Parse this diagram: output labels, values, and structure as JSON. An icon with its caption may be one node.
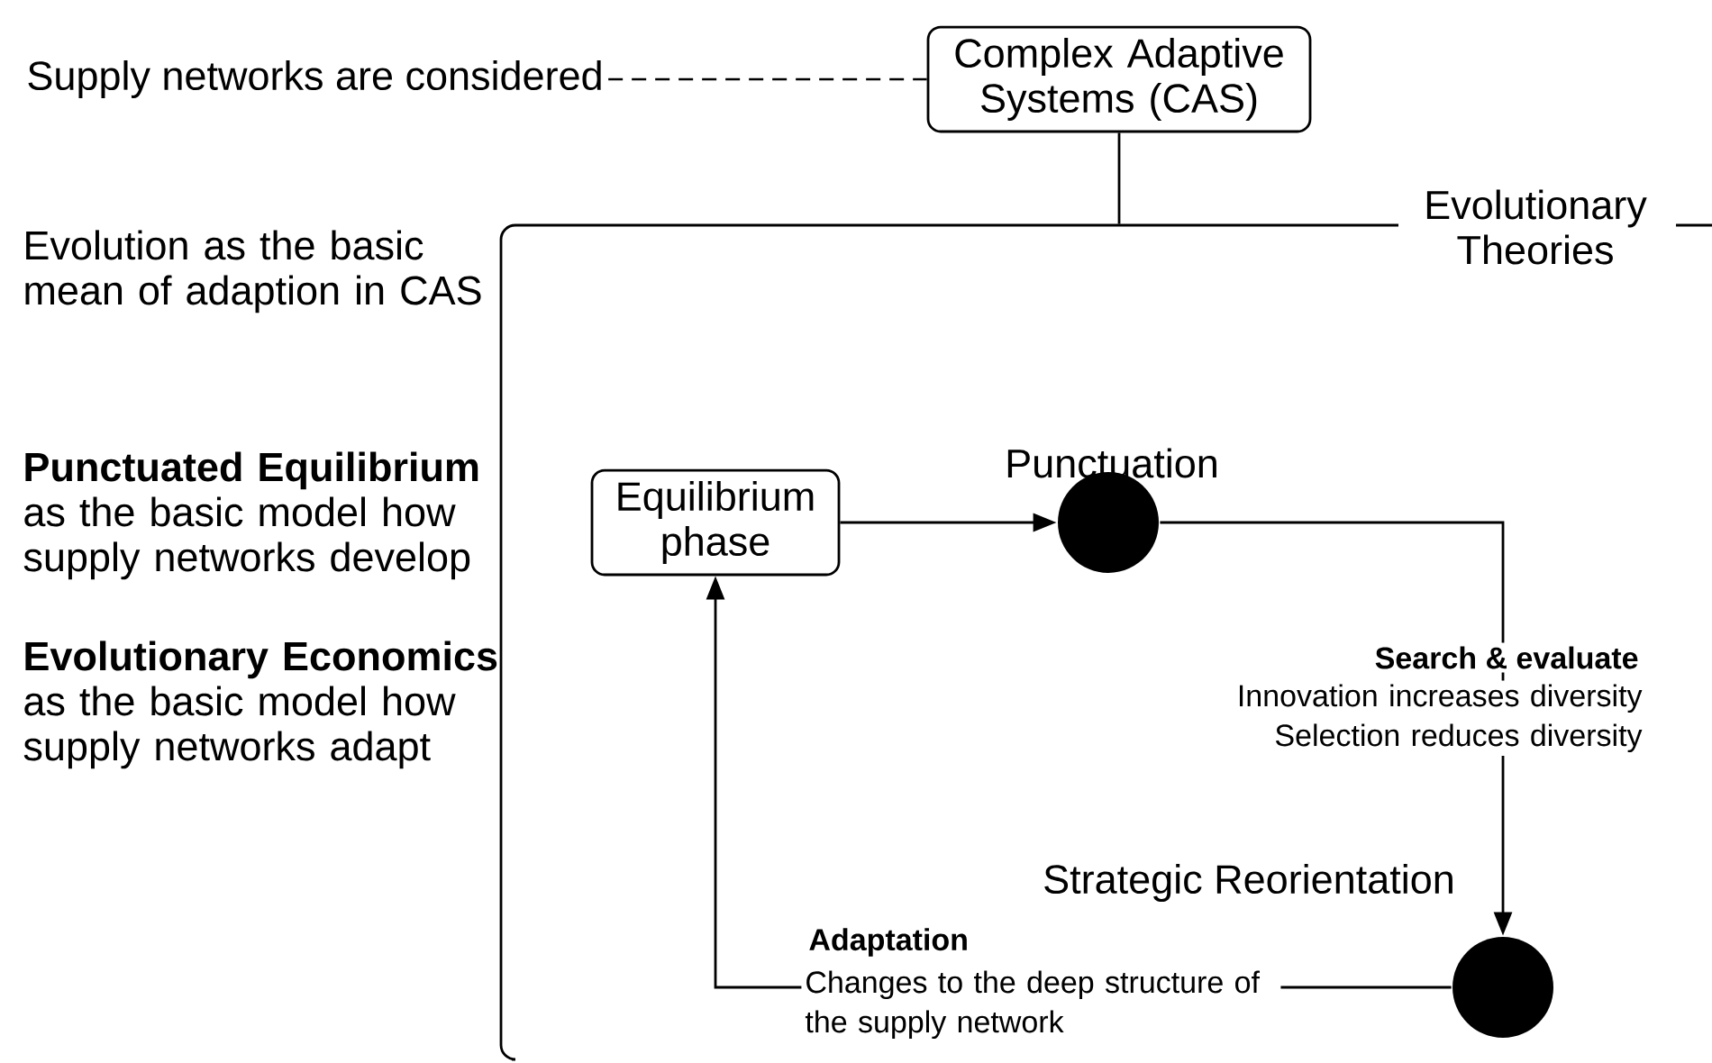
{
  "diagram": {
    "nodes": [
      {
        "text": [
          "Complex Adaptive Systems (CAS)"
        ]
      },
      {
        "text": [
          "Supply networks are considered"
        ]
      },
      {
        "text": [
          "Evolutionary Theories"
        ]
      },
      {
        "text": [
          "Equilibrium phase"
        ],
        "in": 2
      },
      {
        "text": [
          "Punctuation"
        ],
        "in": 2
      },
      {
        "text": [
          "Strategic Reorientation"
        ],
        "in": 2
      }
    ],
    "edges": [
      {
        "from": 1,
        "to": 0,
        "arrow": "none",
        "style": "dashed"
      },
      {
        "from": 0,
        "to": 2,
        "arrow": "none"
      },
      {
        "from": 3,
        "to": 4,
        "arrow": "to"
      },
      {
        "from": 4,
        "to": 5,
        "arrow": "to",
        "label": "Search & evaluate"
      },
      {
        "from": 5,
        "to": 3,
        "arrow": "to",
        "label": "Adaptation"
      }
    ],
    "labels": [
      "Evolution as the basic mean of adaption in CAS",
      "**Punctuated Equilibrium** as the basic model how supply networks develop",
      "**Evolutionary Economics** as the basic model how supply networks adapt",
      "Innovation increases diversity Selection reduces diversity",
      "Changes to the deep structure of the supply network"
    ]
  }
}
